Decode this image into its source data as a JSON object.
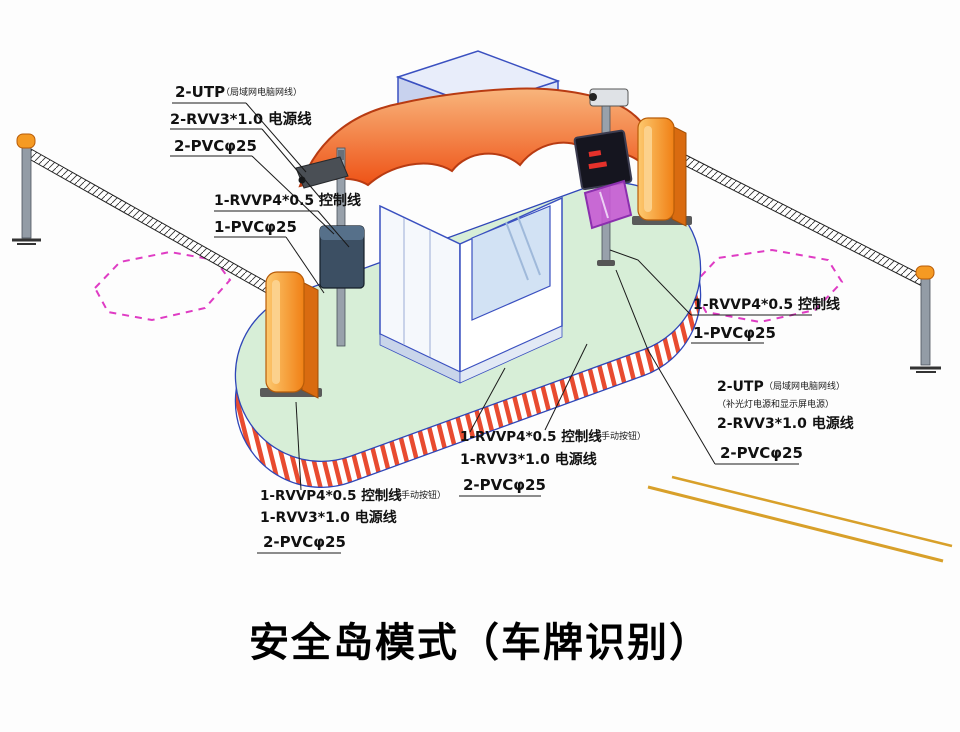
{
  "title": "安全岛模式（车牌识别）",
  "labels": {
    "cam_net": {
      "line1": "2-UTP",
      "line1_note": "（局域网电脑网线）",
      "line2": "2-RVV3*1.0 电源线",
      "line3": "2-PVCφ25"
    },
    "left_barrier": {
      "line1": "1-RVVP4*0.5 控制线",
      "line2": "1-PVCφ25"
    },
    "right_barrier": {
      "line1": "1-RVVP4*0.5 控制线",
      "line2": "1-PVCφ25"
    },
    "display_net": {
      "line1": "2-UTP",
      "line1_note": "（局域网电脑网线）",
      "line2_note": "（补光灯电源和显示屏电源）",
      "line3": "2-RVV3*1.0 电源线",
      "line4": "2-PVCφ25"
    },
    "booth_manual": {
      "line1": "1-RVVP4*0.5 控制线",
      "line1_note": "（手动按钮）",
      "line2": "1-RVV3*1.0 电源线",
      "line3": "2-PVCφ25"
    },
    "left_manual": {
      "line1": "1-RVVP4*0.5 控制线",
      "line1_note": "（手动按钮）",
      "line2": "1-RVV3*1.0 电源线",
      "line3": "2-PVCφ25"
    }
  },
  "colors": {
    "roof_orange": "#ee5517",
    "island_green": "#d7eed7",
    "stripe_red": "#e84b30",
    "machine_orange": "#f59a23",
    "loop_magenta": "#df3cc4",
    "outline_blue": "#2f46b8",
    "lane_yellow": "#d8a02a"
  }
}
